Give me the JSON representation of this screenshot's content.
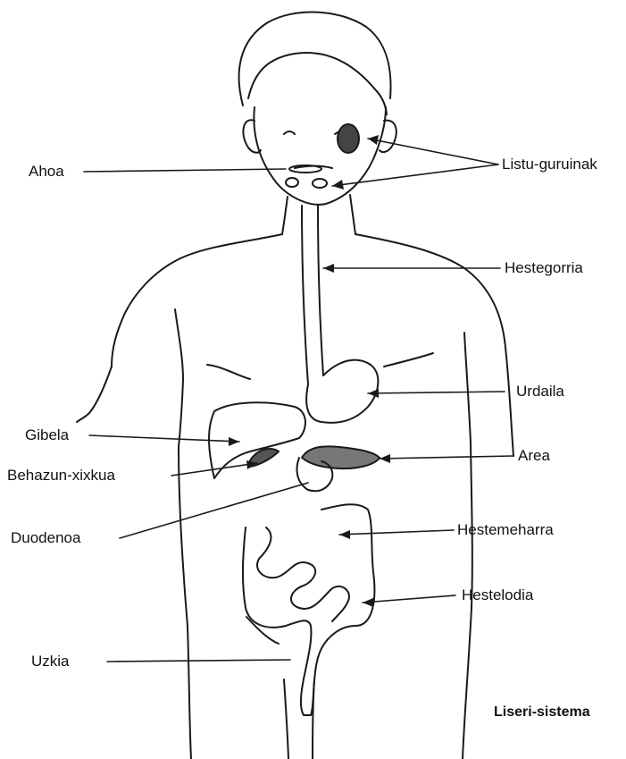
{
  "labels": {
    "listu_guruinak": "Listu-guruinak",
    "ahoa": "Ahoa",
    "hestegorria": "Hestegorria",
    "urdaila": "Urdaila",
    "gibela": "Gibela",
    "area": "Area",
    "behazun_xixkua": "Behazun-xixkua",
    "hestemeharra": "Hestemeharra",
    "duodenoa": "Duodenoa",
    "hestelodia": "Hestelodia",
    "uzkia": "Uzkia"
  },
  "caption": "Liseri-sistema",
  "colors": {
    "ink": "#111111",
    "background": "#ffffff"
  }
}
